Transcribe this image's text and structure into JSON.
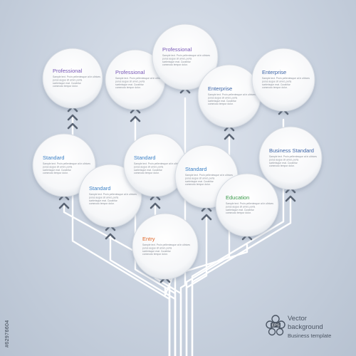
{
  "colors": {
    "line": "#ffffff",
    "arrow": "#5a6473",
    "circle_fill": "#ffffff",
    "circle_edge": "#d7dce3",
    "professional": "#7a5ab7",
    "enterprise": "#3f67a8",
    "standard": "#3e82c6",
    "business_standard": "#3f67a8",
    "education": "#3a9a4a",
    "entry": "#e0682a"
  },
  "nodes": [
    {
      "id": "professional-1",
      "title": "Professional",
      "color_key": "professional",
      "body": [
        "Sample text. Proin pellentesque at in ultrices",
        "purus augue sit amet, porta",
        "scelerisque erat. Curabitur",
        "commodo tempor dolor."
      ]
    },
    {
      "id": "professional-2",
      "title": "Professional",
      "color_key": "professional",
      "body": [
        "Sample text. Proin pellentesque at in ultrices",
        "purus augue sit amet, porta",
        "scelerisque erat. Curabitur",
        "commodo tempor dolor."
      ]
    },
    {
      "id": "professional-3",
      "title": "Professional",
      "color_key": "professional",
      "body": [
        "Sample text. Proin pellentesque at in ultrices",
        "purus augue sit amet, porta",
        "scelerisque erat. Curabitur",
        "commodo tempor dolor."
      ]
    },
    {
      "id": "enterprise-1",
      "title": "Enterprise",
      "color_key": "enterprise",
      "body": [
        "Sample text. Proin pellentesque at in ultrices",
        "purus augue sit amet, porta",
        "scelerisque erat. Curabitur",
        "commodo tempor dolor."
      ]
    },
    {
      "id": "enterprise-2",
      "title": "Enterprise",
      "color_key": "enterprise",
      "body": [
        "Sample text. Proin pellentesque at in ultrices",
        "purus augue sit amet, porta",
        "scelerisque erat. Curabitur",
        "commodo tempor dolor."
      ]
    },
    {
      "id": "standard-1",
      "title": "Standard",
      "color_key": "standard",
      "body": [
        "Sample text. Proin pellentesque at in ultrices",
        "purus augue sit amet, porta",
        "scelerisque erat. Curabitur",
        "commodo tempor dolor."
      ]
    },
    {
      "id": "standard-2",
      "title": "Standard",
      "color_key": "standard",
      "body": [
        "Sample text. Proin pellentesque at in ultrices",
        "purus augue sit amet, porta",
        "scelerisque erat. Curabitur",
        "commodo tempor dolor."
      ]
    },
    {
      "id": "standard-3",
      "title": "Standard",
      "color_key": "standard",
      "body": [
        "Sample text. Proin pellentesque at in ultrices",
        "purus augue sit amet, porta",
        "scelerisque erat. Curabitur",
        "commodo tempor dolor."
      ]
    },
    {
      "id": "standard-4",
      "title": "Standard",
      "color_key": "standard",
      "body": [
        "Sample text. Proin pellentesque at in ultrices",
        "purus augue sit amet, porta",
        "scelerisque erat. Curabitur",
        "commodo tempor dolor."
      ]
    },
    {
      "id": "business-standard",
      "title": "Business Standard",
      "color_key": "business_standard",
      "body": [
        "Sample text. Proin pellentesque at in ultrices",
        "purus augue sit amet, porta",
        "scelerisque erat. Curabitur",
        "commodo tempor dolor."
      ]
    },
    {
      "id": "education",
      "title": "Education",
      "color_key": "education",
      "body": [
        "Sample text. Proin pellentesque at in ultrices",
        "purus augue sit amet, porta",
        "scelerisque erat. Curabitur",
        "commodo tempor dolor."
      ]
    },
    {
      "id": "entry",
      "title": "Entry",
      "color_key": "entry",
      "body": [
        "Sample text. Proin pellentesque at in ultrices",
        "purus augue sit amet, porta",
        "scelerisque erat. Curabitur",
        "commodo tempor dolor."
      ]
    }
  ],
  "footer": {
    "logo_text": "EPS",
    "line1": "Vector",
    "line2": "background",
    "line3": "Business template"
  },
  "stock_id": "#62976604"
}
